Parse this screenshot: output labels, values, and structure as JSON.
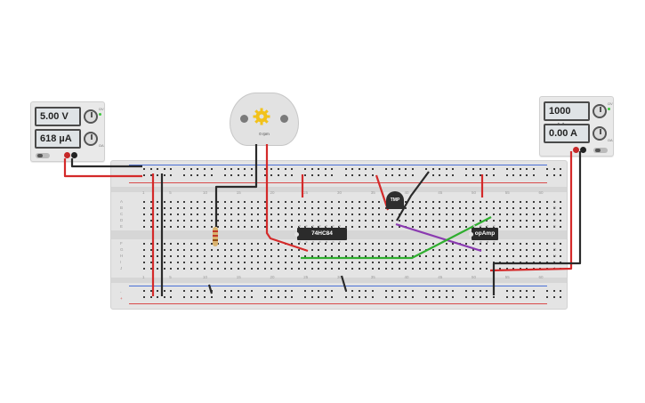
{
  "supply_left": {
    "voltage": "5.00 V",
    "current": "618 µA",
    "knob_labels": [
      "ΩV",
      "ΩA"
    ]
  },
  "supply_right": {
    "voltage": "1000 mV",
    "current": "0.00 A",
    "knob_labels": [
      "ΩV",
      "ΩA"
    ]
  },
  "motor": {
    "label": "0 rpm"
  },
  "breadboard": {
    "column_numbers": [
      "1",
      "5",
      "10",
      "15",
      "20",
      "25",
      "30",
      "35",
      "40",
      "45",
      "50",
      "55",
      "60"
    ],
    "row_letters_top": [
      "A",
      "B",
      "C",
      "D",
      "E"
    ],
    "row_letters_bottom": [
      "F",
      "G",
      "H",
      "I",
      "J"
    ],
    "rail_signs": [
      "-",
      "+"
    ]
  },
  "components": {
    "chip_1": "74HC84",
    "chip_2": "opAmp",
    "sensor": "TMP"
  },
  "colors": {
    "wire_red": "#d42a2a",
    "wire_black": "#2a2a2a",
    "wire_green": "#2fae2f",
    "wire_purple": "#8a3ab0",
    "rail_red": "#d94b4b",
    "rail_blue": "#4a6fd6",
    "gear": "#f2c21b"
  }
}
